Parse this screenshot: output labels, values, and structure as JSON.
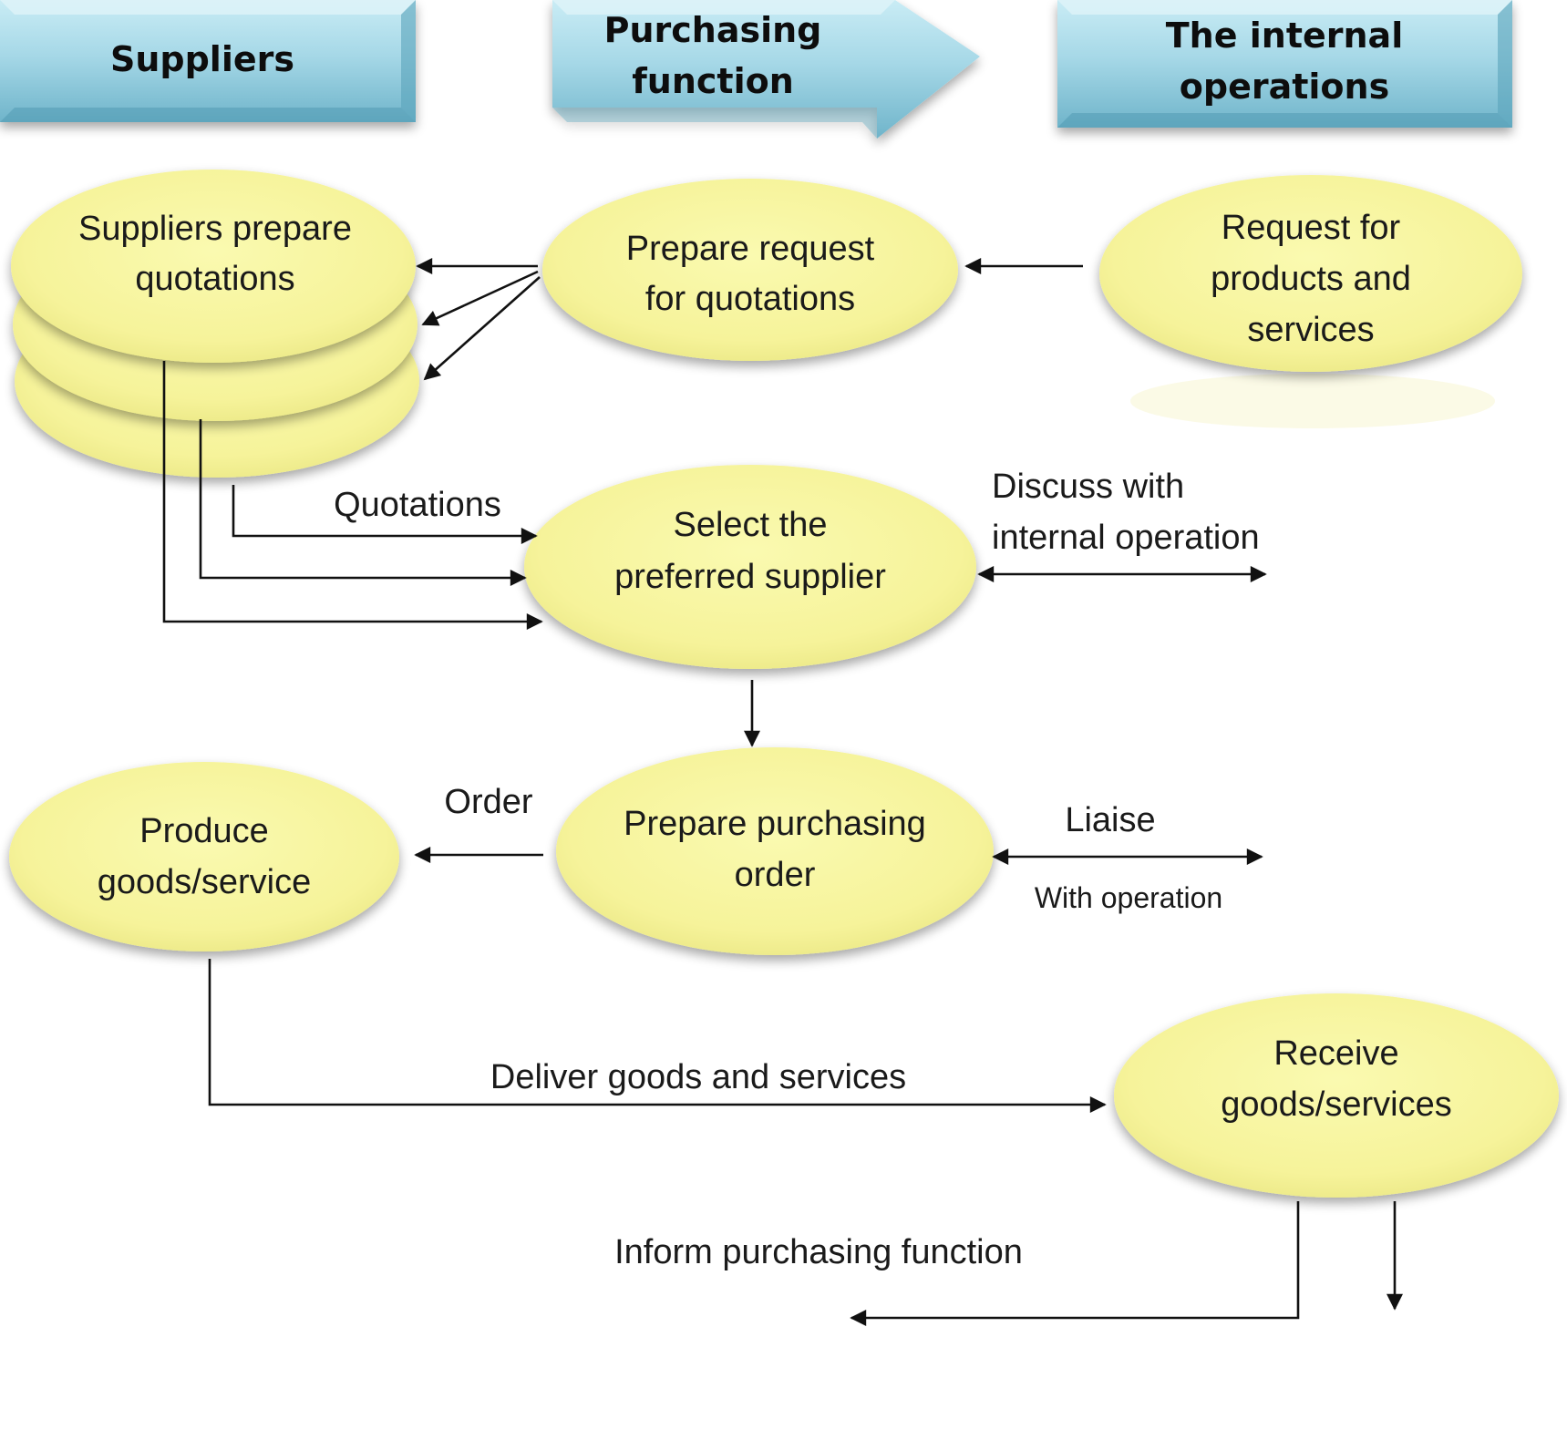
{
  "headers": {
    "suppliers": "Suppliers",
    "purchasing": [
      "Purchasing",
      "function"
    ],
    "internal": [
      "The internal",
      "operations"
    ]
  },
  "nodes": {
    "suppliers_prepare": [
      "Suppliers prepare",
      "quotations"
    ],
    "prepare_request": [
      "Prepare request",
      "for quotations"
    ],
    "request_products": [
      "Request for",
      "products and",
      "services"
    ],
    "select_supplier": [
      "Select the",
      "preferred supplier"
    ],
    "prepare_order": [
      "Prepare purchasing",
      "order"
    ],
    "produce_goods": [
      "Produce",
      "goods/service"
    ],
    "receive_goods": [
      "Receive",
      "goods/services"
    ]
  },
  "labels": {
    "quotations": "Quotations",
    "discuss": [
      "Discuss with",
      "internal operation"
    ],
    "order": "Order",
    "liaise": "Liaise",
    "with_operation": "With operation",
    "deliver": "Deliver goods and services",
    "inform": "Inform purchasing function"
  },
  "colors": {
    "node_fill": "#f7f59e",
    "header_fill": "#9fd3e3",
    "line": "#111111"
  }
}
